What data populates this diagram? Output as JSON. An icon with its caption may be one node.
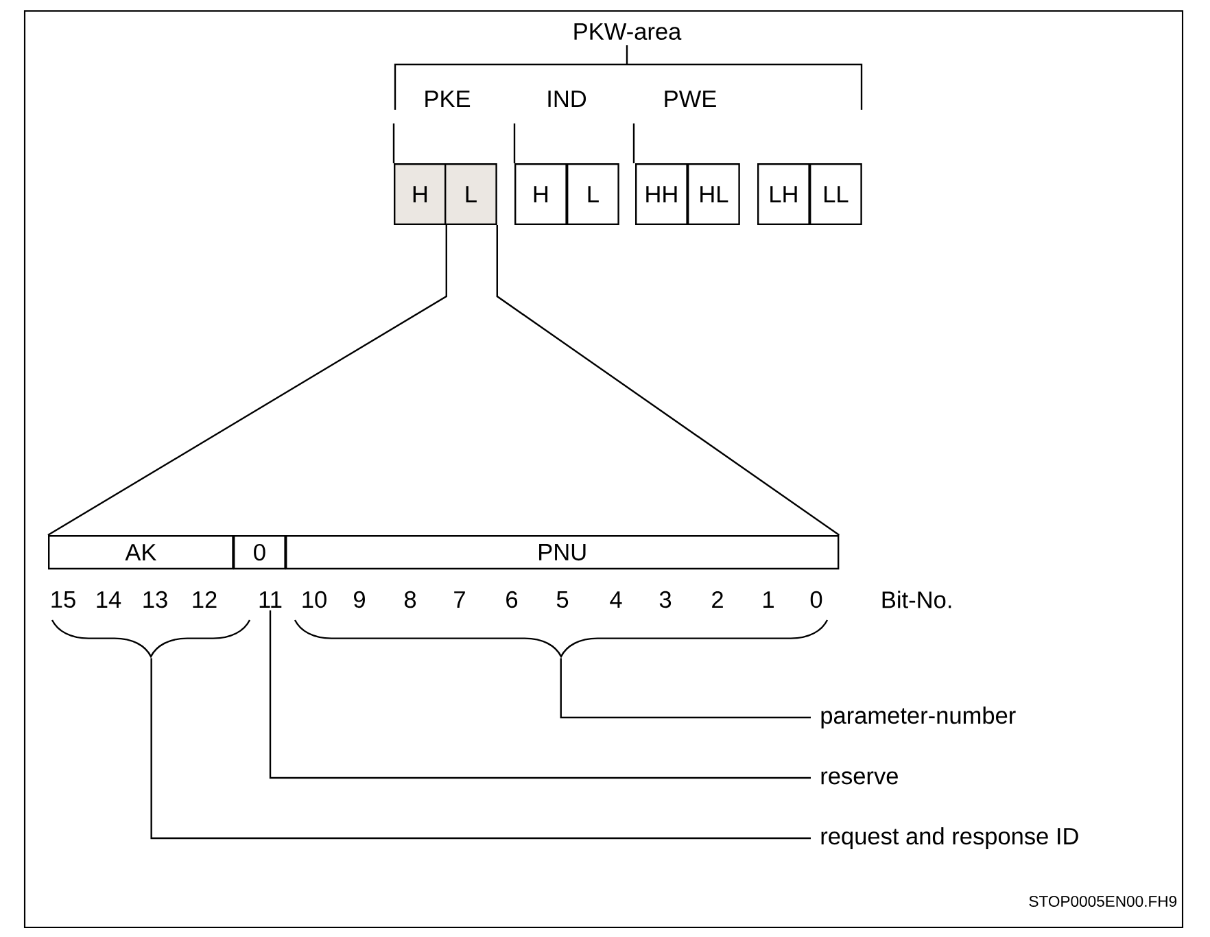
{
  "diagram": {
    "nodes": [
      {
        "text": [
          "H"
        ]
      },
      {
        "text": [
          "L"
        ]
      },
      {
        "text": [
          "H"
        ]
      },
      {
        "text": [
          "L"
        ]
      },
      {
        "text": [
          "HH"
        ]
      },
      {
        "text": [
          "HL"
        ]
      },
      {
        "text": [
          "LH"
        ]
      },
      {
        "text": [
          "LL"
        ]
      },
      {
        "text": [
          "AK"
        ]
      },
      {
        "text": [
          "0"
        ]
      },
      {
        "text": [
          "PNU"
        ]
      },
      {
        "text": [
          "parameter-number"
        ]
      },
      {
        "text": [
          "reserve"
        ]
      },
      {
        "text": [
          "request and response ID"
        ]
      },
      {
        "text": [
          "11"
        ]
      },
      {
        "text": [],
        "shape": "brace"
      },
      {
        "text": [],
        "shape": "brace"
      }
    ],
    "edges": [
      {
        "from": 11,
        "to": 16,
        "arrow": "none"
      },
      {
        "from": 12,
        "to": 14,
        "arrow": "none"
      },
      {
        "from": 13,
        "to": 15,
        "arrow": "none"
      },
      {
        "from": 0,
        "to": 8,
        "arrow": "none"
      },
      {
        "from": 1,
        "to": 10,
        "arrow": "none"
      }
    ],
    "labels": [
      "PKW-area",
      "PKE",
      "IND",
      "PWE",
      "15",
      "14",
      "13",
      "12",
      "10",
      "9",
      "8",
      "7",
      "6",
      "5",
      "4",
      "3",
      "2",
      "1",
      "0",
      "Bit-No.",
      "STOP0005EN00.FH9"
    ]
  }
}
